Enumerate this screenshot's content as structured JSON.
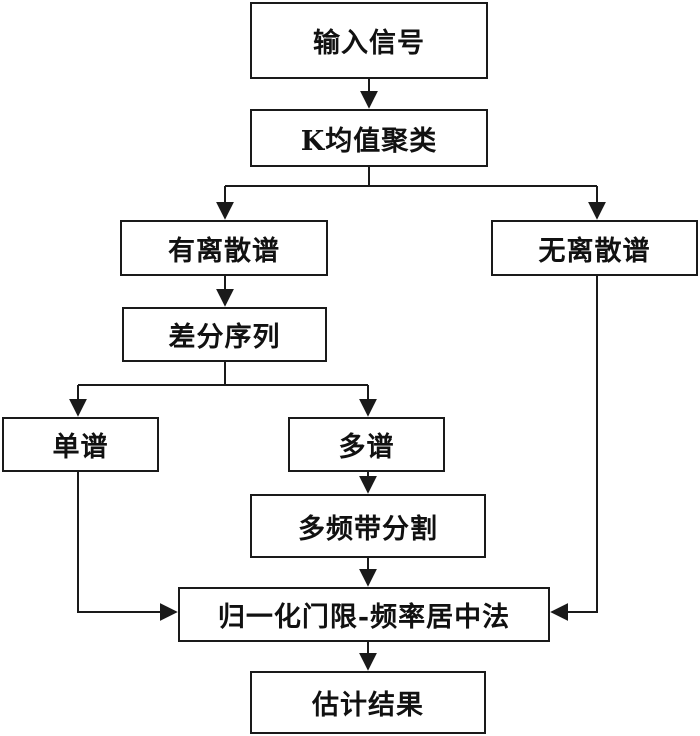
{
  "nodes": {
    "input_signal": "输入信号",
    "kmeans": "K均值聚类",
    "has_discrete": "有离散谱",
    "no_discrete": "无离散谱",
    "diff_seq": "差分序列",
    "single_spec": "单谱",
    "multi_spec": "多谱",
    "multiband_split": "多频带分割",
    "norm_threshold": "归一化门限-频率居中法",
    "result": "估计结果"
  }
}
